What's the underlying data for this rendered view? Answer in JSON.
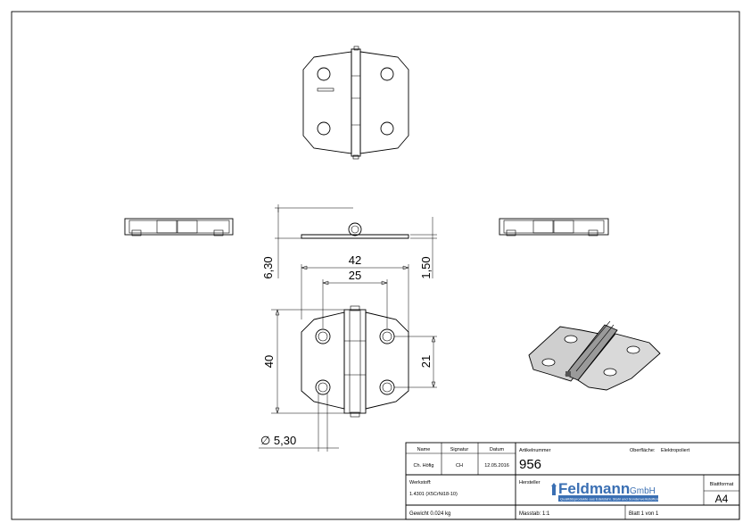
{
  "drawing": {
    "dimensions": {
      "d_6_30": "6,30",
      "d_1_50": "1,50",
      "d_42": "42",
      "d_25": "25",
      "d_40": "40",
      "d_21": "21",
      "d_hole": "∅ 5,30"
    }
  },
  "title_block": {
    "name_label": "Name",
    "signature_label": "Signatur",
    "date_label": "Datum",
    "name_value": "Ch. Höfig",
    "signature_value": "CH",
    "date_value": "12.05.2016",
    "article_label": "Artikelnummer",
    "article_value": "956",
    "surface_label": "Oberfläche:",
    "surface_value": "Elektropoliert",
    "material_label": "Werkstoff:",
    "material_value": "1.4301 (X5CrNi18-10)",
    "manufacturer_label": "Hersteller",
    "manufacturer_logo": "Feldmann",
    "manufacturer_logo_suffix": "GmbH",
    "manufacturer_tagline": "Qualitätsprodukte aus Edelstahl, Stahl und Sonderwerkstoffen",
    "sheet_format_label": "Blattformat",
    "sheet_format_value": "A4",
    "weight_text": "Gewicht 0.024 kg",
    "scale_text": "Masstab: 1:1",
    "sheet_text": "Blatt 1 von 1"
  }
}
